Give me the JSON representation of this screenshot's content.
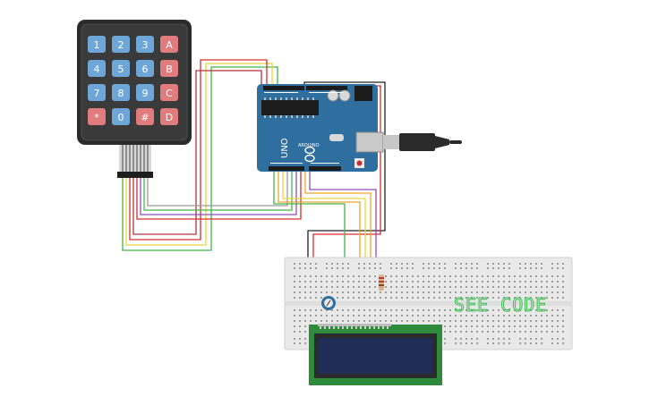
{
  "keypad": {
    "keys": [
      [
        "1",
        "2",
        "3",
        "A"
      ],
      [
        "4",
        "5",
        "6",
        "B"
      ],
      [
        "7",
        "8",
        "9",
        "C"
      ],
      [
        "*",
        "0",
        "#",
        "D"
      ]
    ],
    "colors": {
      "number": "#6fa6d8",
      "letter": "#e07b7e",
      "body": "#2b2b2b"
    }
  },
  "arduino": {
    "model_label": "UNO",
    "brand_label": "ARDUINO",
    "color": "#2f6fa0"
  },
  "breadboard": {
    "note": "SEE CODE"
  },
  "lcd": {
    "screen_color": "#1f2d57",
    "pcb_color": "#2e8b3c"
  },
  "wire_colors": [
    "#d62d2d",
    "#b8323a",
    "#f0a32a",
    "#e6d83a",
    "#43b54a",
    "#8a4ec2",
    "#9a9a9a",
    "#222222"
  ]
}
